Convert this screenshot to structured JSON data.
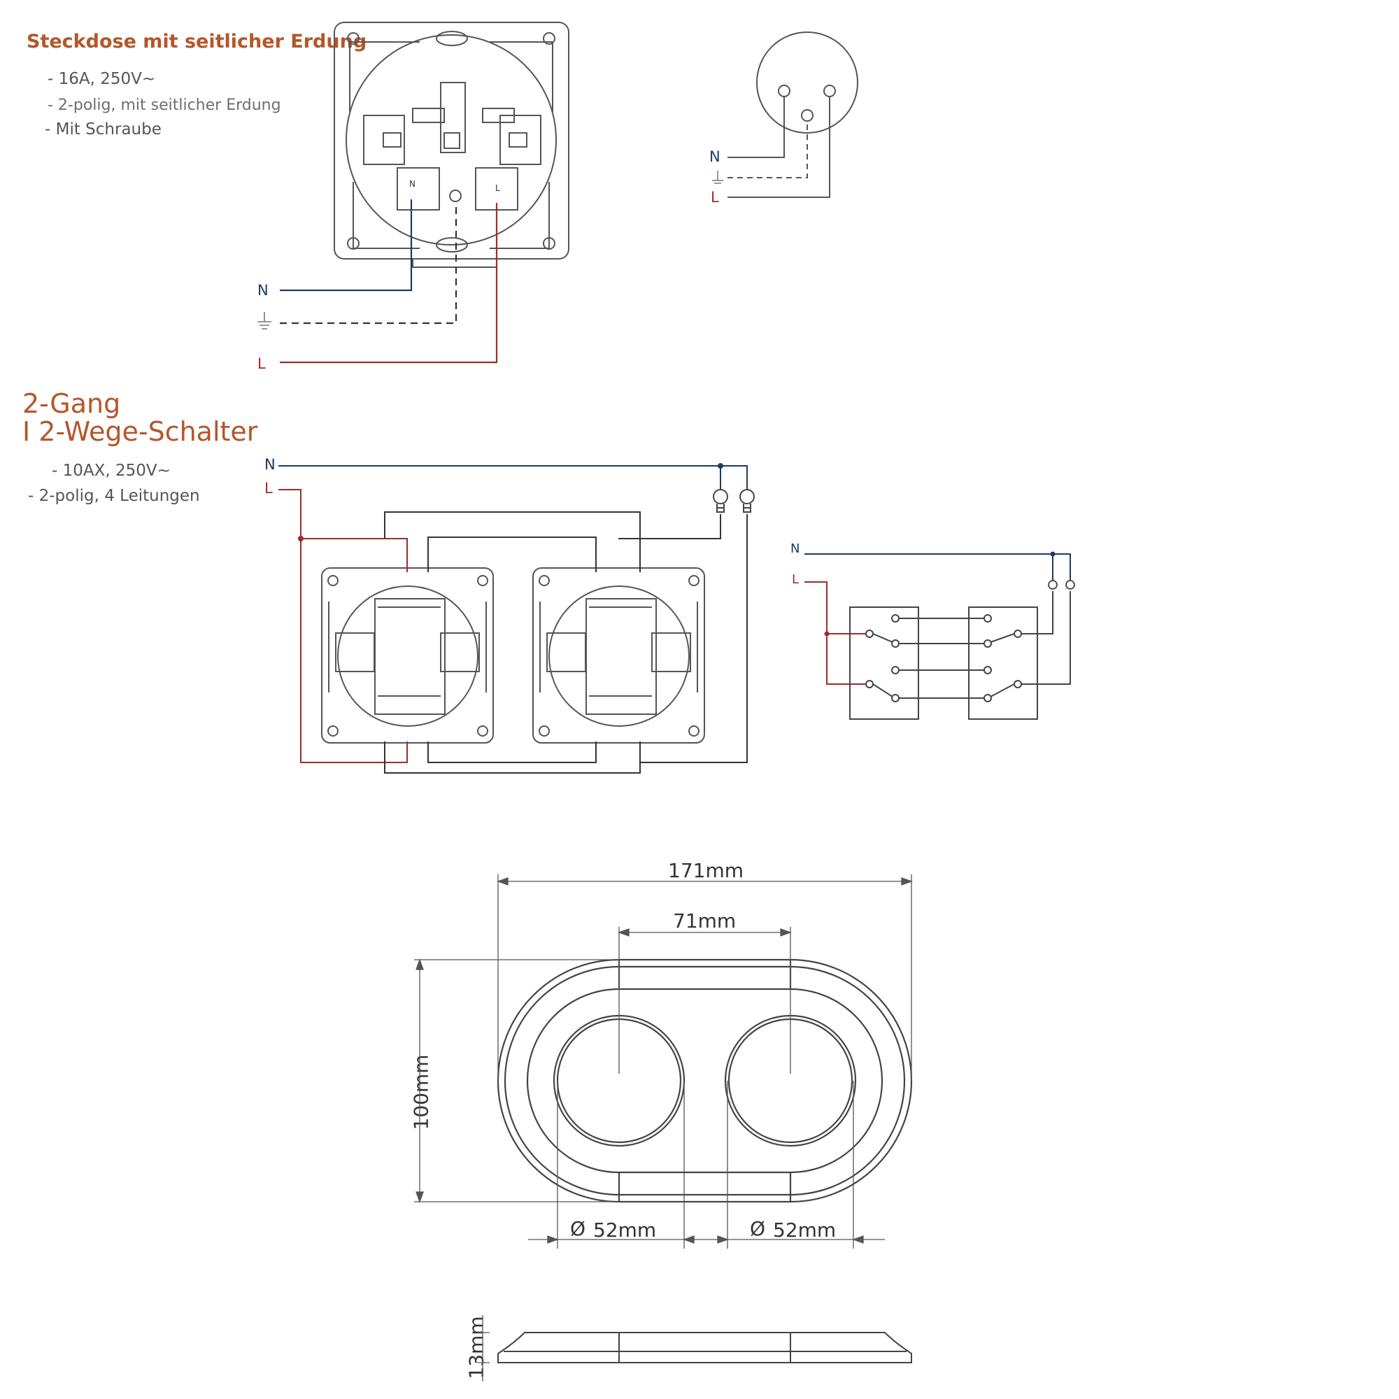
{
  "socket": {
    "title": "Steckdose mit seitlicher Erdung",
    "specs": [
      "- 16A, 250V~",
      "- 2-polig, mit seitlicher Erdung",
      "- Mit Schraube"
    ],
    "terminal_n": "N",
    "terminal_l": "L",
    "wire_labels": {
      "n": "N",
      "l": "L"
    },
    "schematic_labels": {
      "n": "N",
      "l": "L"
    }
  },
  "switch": {
    "title_line1": "2-Gang",
    "title_line2": "I 2-Wege-Schalter",
    "specs": [
      "- 10AX, 250V~",
      "- 2-polig, 4 Leitungen"
    ],
    "wire_labels": {
      "n": "N",
      "l": "L"
    },
    "schematic_labels": {
      "n": "N",
      "l": "L"
    }
  },
  "dimensions": {
    "overall_width": "171mm",
    "center_distance": "71mm",
    "height": "100mm",
    "opening_left": "52mm",
    "opening_right": "52mm",
    "depth": "13mm",
    "diameter_symbol": "Ø"
  },
  "colors": {
    "accent": "#b5562a",
    "neutral_wire": "#1e3a66",
    "live_wire": "#a12b2b",
    "earth_wire": "#333333"
  },
  "icons": [
    "earth-symbol-icon",
    "bulb-icon"
  ]
}
